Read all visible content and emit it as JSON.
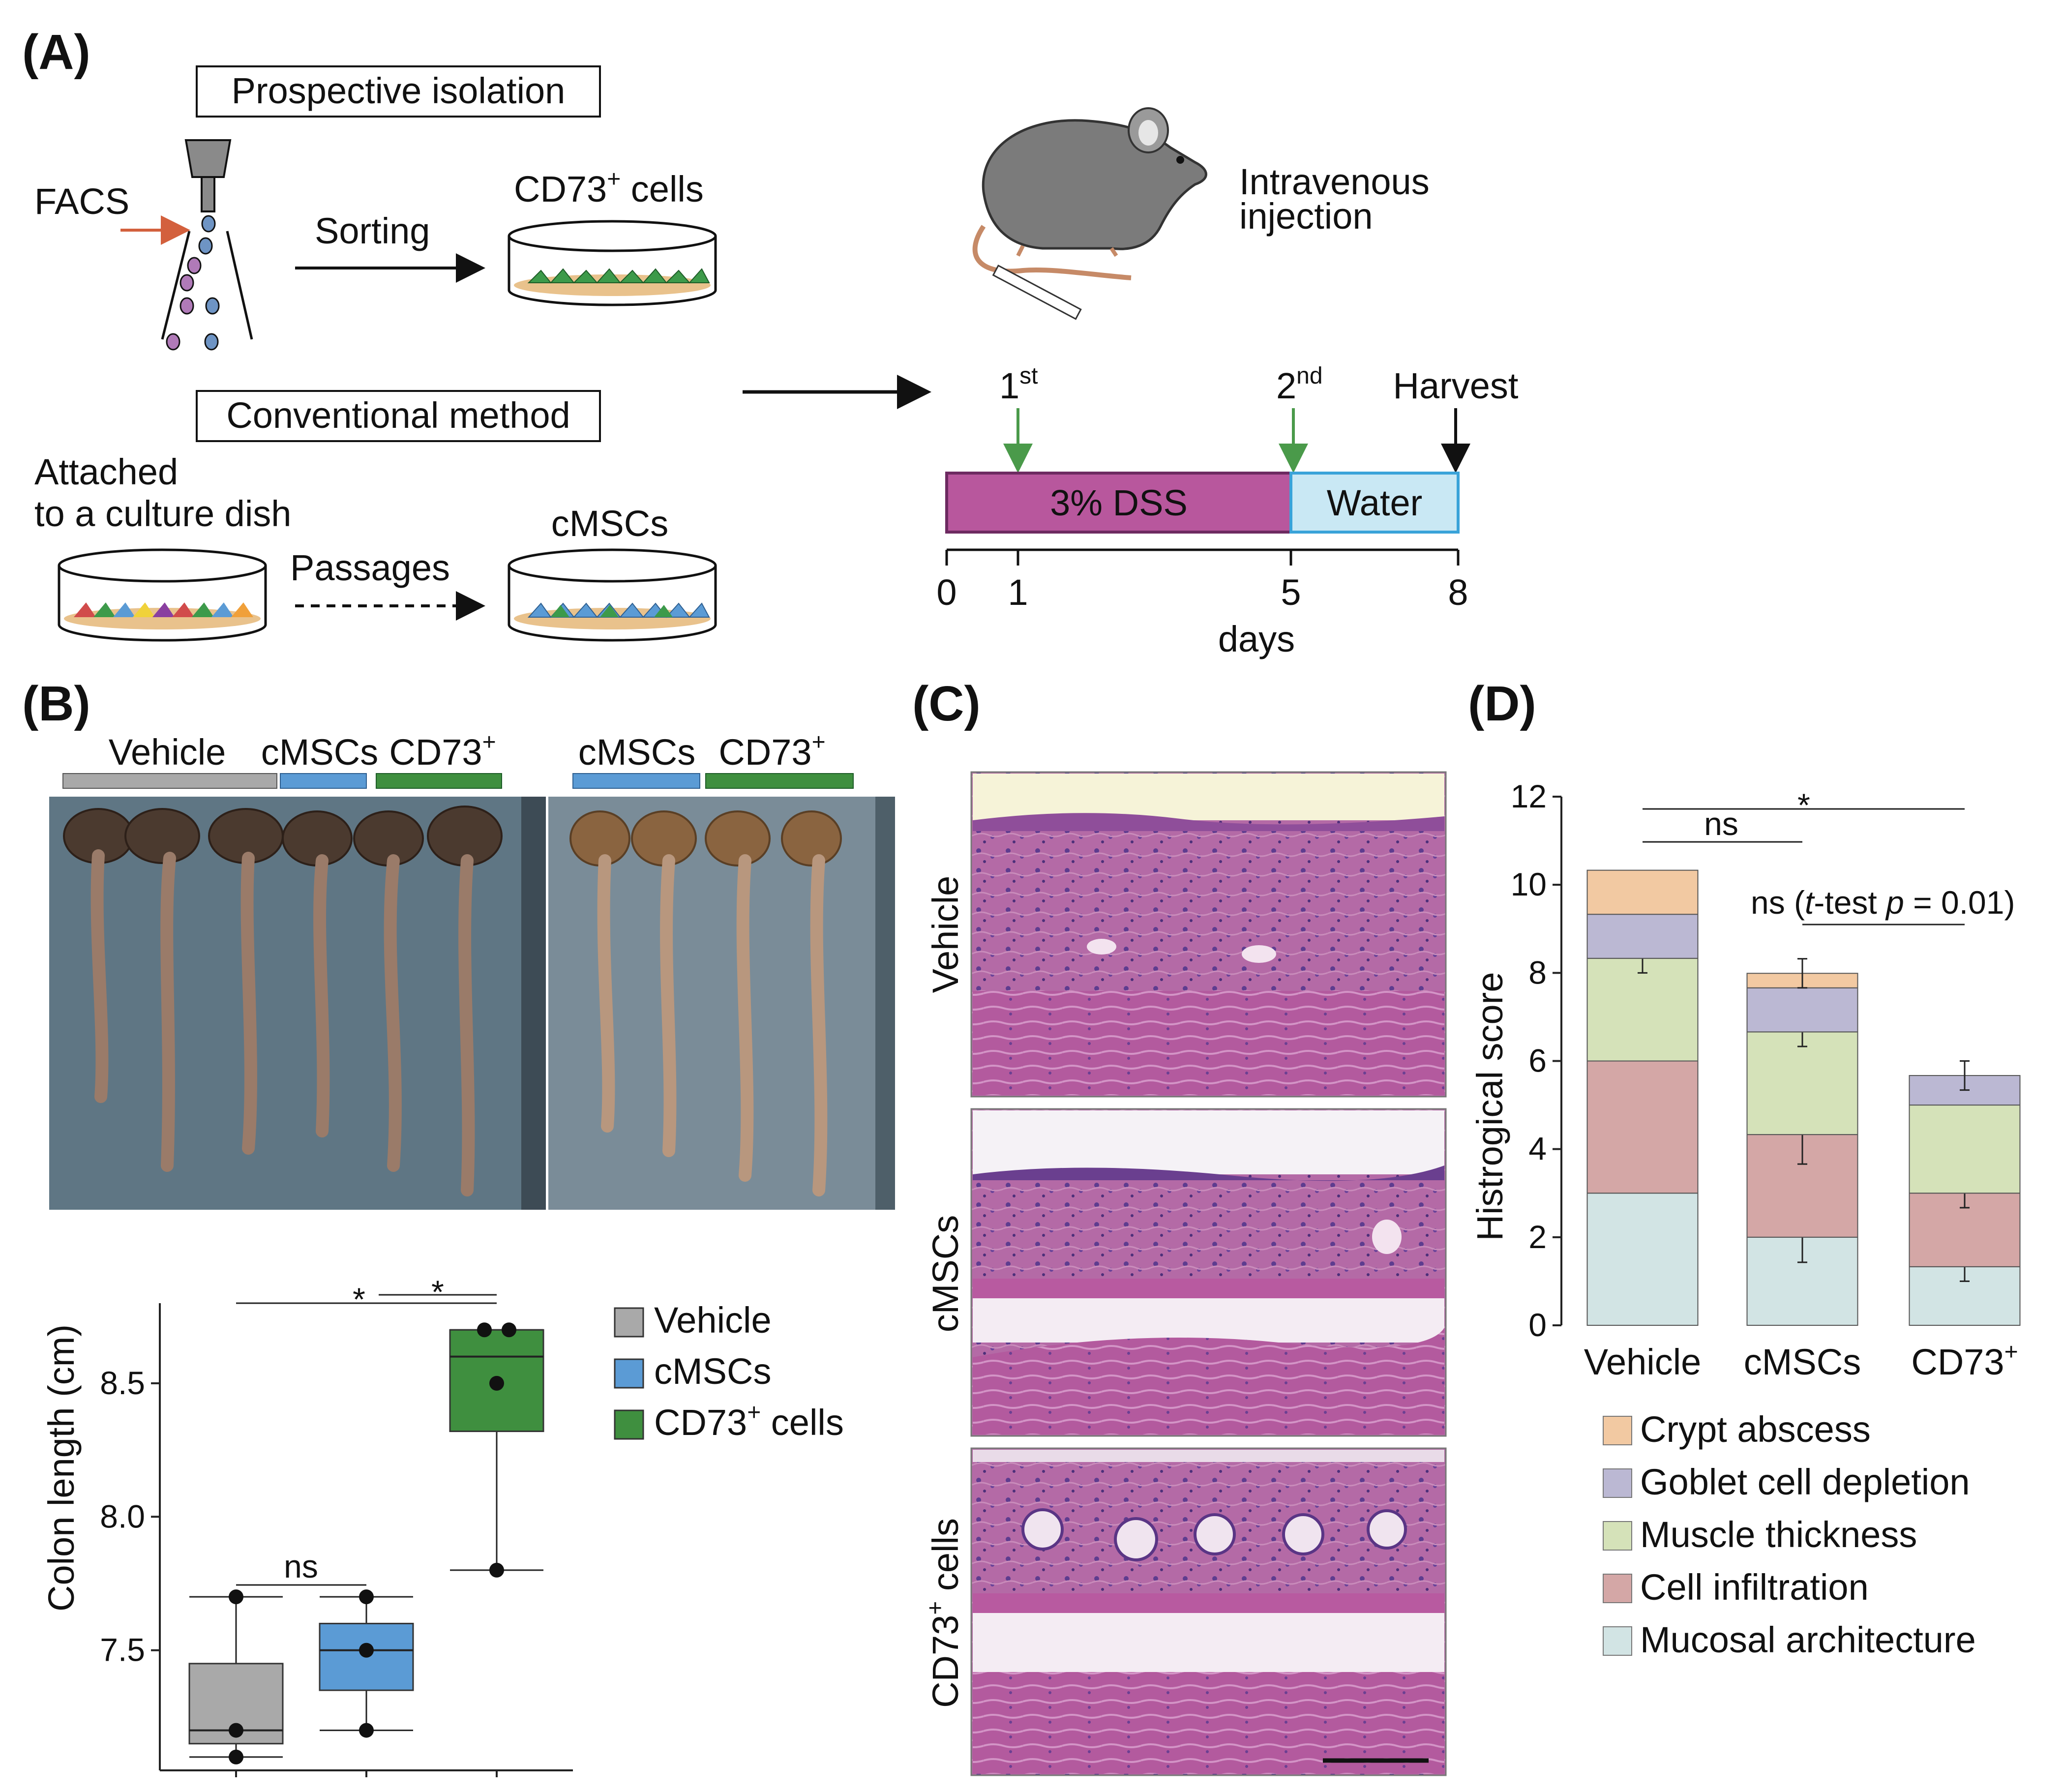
{
  "panel_a": {
    "letter": "(A)",
    "prospective_label": "Prospective isolation",
    "facs_label": "FACS",
    "sorting_label": "Sorting",
    "cd73_cells_label": "CD73",
    "cd73_cells_sup": "+",
    "cd73_cells_suffix": " cells",
    "conventional_label": "Conventional method",
    "attached_line1": "Attached",
    "attached_line2": "to a culture dish",
    "passages_label": "Passages",
    "cmscs_label": "cMSCs",
    "injection_line1": "Intravenous",
    "injection_line2": "injection",
    "first_label": "1",
    "first_sup": "st",
    "second_label": "2",
    "second_sup": "nd",
    "harvest_label": "Harvest",
    "dss_label": "3% DSS",
    "water_label": "Water",
    "days_ticks": [
      "0",
      "1",
      "5",
      "8"
    ],
    "days_label": "days"
  },
  "panel_b": {
    "letter": "(B)",
    "photo_labels": {
      "vehicle": "Vehicle",
      "cmscs": "cMSCs",
      "cd73": "CD73",
      "cd73_sup": "+",
      "cmscs2": "cMSCs",
      "cd732": "CD73",
      "cd732_sup": "+"
    },
    "colors": {
      "vehicle": "#a9a9a9",
      "cmscs": "#5b9bd5",
      "cd73": "#3f8f3f"
    }
  },
  "panel_c": {
    "letter": "(C)",
    "rows": [
      {
        "label": "Vehicle"
      },
      {
        "label": "cMSCs"
      },
      {
        "label": "CD73",
        "sup": "+",
        "suffix": " cells"
      }
    ]
  },
  "panel_d": {
    "letter": "(D)"
  },
  "chart_data": [
    {
      "type": "box",
      "ylabel": "Colon length (cm)",
      "yticks": [
        "7.5",
        "8.0",
        "8.5"
      ],
      "ylim": [
        7.05,
        8.8
      ],
      "legend": [
        {
          "name": "Vehicle",
          "color": "#a9a9a9"
        },
        {
          "name": "cMSCs",
          "color": "#5b9bd5"
        },
        {
          "name": "CD73",
          "sup": "+",
          "suffix": " cells",
          "color": "#3f8f3f"
        }
      ],
      "groups": [
        {
          "name": "Vehicle",
          "color": "#a9a9a9",
          "q1": 7.15,
          "median": 7.2,
          "q3": 7.45,
          "whisker_low": 7.1,
          "whisker_high": 7.7,
          "points": [
            7.7,
            7.2,
            7.1
          ]
        },
        {
          "name": "cMSCs",
          "color": "#5b9bd5",
          "q1": 7.35,
          "median": 7.5,
          "q3": 7.6,
          "whisker_low": 7.2,
          "whisker_high": 7.7,
          "points": [
            7.7,
            7.5,
            7.2
          ]
        },
        {
          "name": "CD73+ cells",
          "color": "#3f8f3f",
          "q1": 8.32,
          "median": 8.6,
          "q3": 8.7,
          "whisker_low": 7.8,
          "whisker_high": 8.7,
          "points": [
            8.7,
            8.7,
            8.5,
            7.8
          ]
        }
      ],
      "significance": [
        {
          "from": 0,
          "to": 2,
          "label": "*"
        },
        {
          "from": 1,
          "to": 2,
          "label": "*"
        },
        {
          "from": 0,
          "to": 1,
          "label": "ns"
        }
      ]
    },
    {
      "type": "bar",
      "stacked": true,
      "ylabel": "Histrogical score",
      "ylim": [
        0,
        12
      ],
      "yticks": [
        "0",
        "2",
        "4",
        "6",
        "8",
        "10",
        "12"
      ],
      "categories": [
        "Vehicle",
        "cMSCs",
        "CD73"
      ],
      "category_sups": [
        "",
        "",
        "+"
      ],
      "series": [
        {
          "name": "Mucosal architecture",
          "color": "#d2e4e4",
          "values": [
            3.0,
            2.0,
            1.33
          ],
          "errors": [
            0,
            0.57,
            0.33
          ]
        },
        {
          "name": "Cell infiltration",
          "color": "#d4a7a6",
          "values": [
            3.0,
            2.33,
            1.67
          ],
          "errors": [
            0,
            0.67,
            0.33
          ]
        },
        {
          "name": "Muscle thickness",
          "color": "#d5e2b9",
          "values": [
            2.33,
            2.33,
            2.0
          ],
          "errors": [
            0.33,
            0.33,
            0
          ]
        },
        {
          "name": "Goblet cell depletion",
          "color": "#bbb8d3",
          "values": [
            1.0,
            1.0,
            0.67
          ],
          "errors": [
            0,
            0,
            0.33
          ]
        },
        {
          "name": "Crypt abscess",
          "color": "#f2c9a2",
          "values": [
            1.0,
            0.33,
            0.0
          ],
          "errors": [
            0,
            0.33,
            0
          ]
        }
      ],
      "legend_order": [
        "Crypt abscess",
        "Goblet cell depletion",
        "Muscle thickness",
        "Cell infiltration",
        "Mucosal architecture"
      ],
      "significance": [
        {
          "from": 0,
          "to": 2,
          "label": "*"
        },
        {
          "from": 0,
          "to": 1,
          "label": "ns"
        },
        {
          "from": 1,
          "to": 2,
          "label_parts": [
            "ns (",
            "t",
            "-test ",
            "p",
            " = 0.01)"
          ]
        }
      ]
    }
  ]
}
